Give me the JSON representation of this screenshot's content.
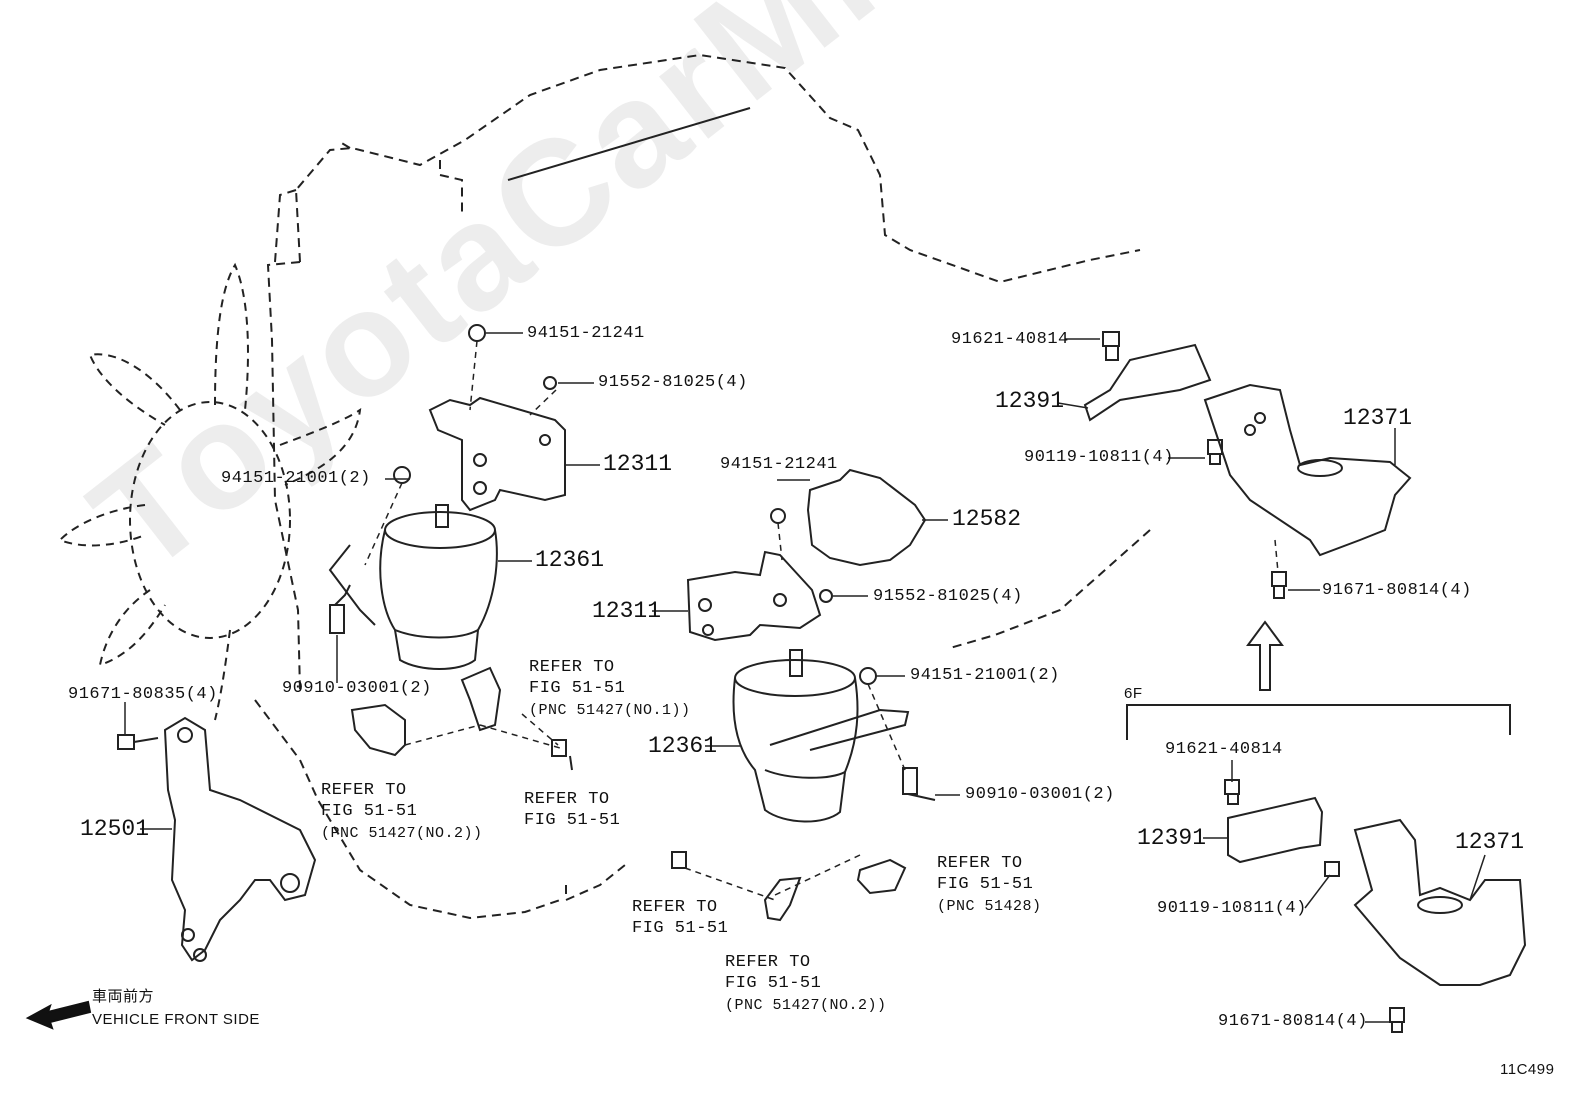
{
  "watermark": "ToyotaCarMine.ru",
  "figure_code": "11C499",
  "front_side": {
    "jp": "車両前方",
    "en": "VEHICLE FRONT SIDE"
  },
  "left_group": {
    "nut_top": "94151-21241",
    "bolt_top": "91552-81025(4)",
    "bracket": "12311",
    "nut_side": "94151-21001(2)",
    "insulator": "12361",
    "stud_bolt": "90910-03001(2)",
    "bracket_bolt": "91671-80835(4)",
    "engine_bracket": "12501",
    "ref_a": {
      "l1": "REFER TO",
      "l2": "FIG 51-51",
      "l3": "(PNC 51427(NO.1))"
    },
    "ref_b": {
      "l1": "REFER TO",
      "l2": "FIG 51-51",
      "l3": "(PNC 51427(NO.2))"
    },
    "ref_c": {
      "l1": "REFER TO",
      "l2": "FIG 51-51"
    }
  },
  "middle_group": {
    "nut_top": "94151-21241",
    "cover": "12582",
    "bracket": "12311",
    "bolt": "91552-81025(4)",
    "nut_side": "94151-21001(2)",
    "insulator": "12361",
    "stud_bolt": "90910-03001(2)",
    "ref_a": {
      "l1": "REFER TO",
      "l2": "FIG 51-51"
    },
    "ref_b": {
      "l1": "REFER TO",
      "l2": "FIG 51-51",
      "l3": "(PNC 51428)"
    },
    "ref_c": {
      "l1": "REFER TO",
      "l2": "FIG 51-51",
      "l3": "(PNC 51427(NO.2))"
    }
  },
  "right_group": {
    "bolt_top": "91621-40814",
    "plate": "12391",
    "bolt_mid": "90119-10811(4)",
    "rear_insulator": "12371",
    "bolt_bottom": "91671-80814(4)"
  },
  "variant": {
    "code": "6F",
    "bolt_top": "91621-40814",
    "plate": "12391",
    "bolt_mid": "90119-10811(4)",
    "rear_insulator": "12371",
    "bolt_bottom": "91671-80814(4)"
  }
}
